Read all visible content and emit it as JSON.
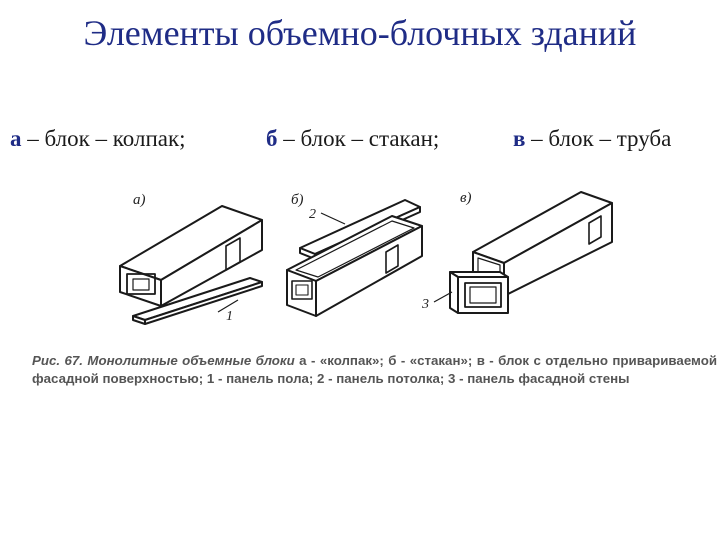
{
  "title": "Элементы объемно-блочных зданий",
  "subtitle": {
    "a_letter": "а",
    "a_text": " – блок – колпак;",
    "b_letter": "б",
    "b_text": " – блок – стакан;",
    "c_letter": "в",
    "c_text": " – блок – труба"
  },
  "figure": {
    "label_a": "а)",
    "label_b": "б)",
    "label_c": "в)",
    "callout_1": "1",
    "callout_2": "2",
    "callout_3": "3"
  },
  "caption": {
    "lead": "Рис. 67. Монолитные объемные блоки",
    "text": " а - «колпак»; б - «стакан»; в - блок с отдельно привариваемой фасадной поверхностью; 1 - панель пола; 2 - панель потолка; 3 - панель фасадной стены"
  }
}
